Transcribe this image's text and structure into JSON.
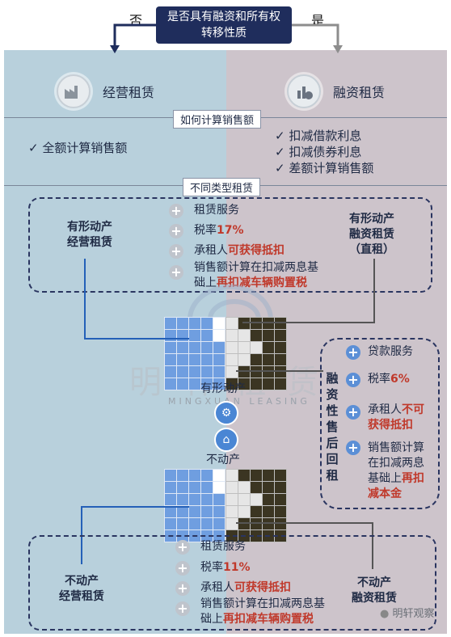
{
  "question": {
    "text_line1": "是否具有融资和所有权",
    "text_line2": "转移性质"
  },
  "no_label": "否",
  "yes_label": "是",
  "left_panel": {
    "title": "经营租赁",
    "icon": "factory-icon"
  },
  "right_panel": {
    "title": "融资租赁",
    "icon": "money-chart-icon"
  },
  "section1_label": "如何计算销售额",
  "left_calc": "✓ 全额计算销售额",
  "right_calc": [
    "✓ 扣减借款利息",
    "✓ 扣减债券利息",
    "✓ 差额计算销售额"
  ],
  "section2_label": "不同类型租赁",
  "tangible": {
    "left_heading_1": "有形动产",
    "left_heading_2": "经营租赁",
    "right_heading_1": "有形动产",
    "right_heading_2": "融资租赁",
    "right_heading_3": "（直租）",
    "items": [
      {
        "prefix": "租赁服务",
        "red": ""
      },
      {
        "prefix": "税率",
        "red": "17%"
      },
      {
        "prefix": "承租人",
        "red": "可获得抵扣"
      },
      {
        "prefix": "销售额计算在扣减两息基",
        "prefix2": "础上",
        "red": "再扣减车辆购置税"
      }
    ]
  },
  "saleback": {
    "vertical": [
      "融",
      "资",
      "性",
      "售",
      "后",
      "回",
      "租"
    ],
    "items": [
      {
        "lines": [
          "贷款服务"
        ],
        "red": ""
      },
      {
        "lines": [
          "税率"
        ],
        "red": "6%"
      },
      {
        "lines": [
          "承租人"
        ],
        "red": "不可",
        "tail": "获得抵扣"
      },
      {
        "lines": [
          "销售额计算",
          "在扣减两息",
          "基础上"
        ],
        "red": "再扣",
        "tail": "减本金"
      }
    ]
  },
  "mid_label_tangible": "有形动产",
  "mid_label_realestate": "不动产",
  "realestate": {
    "left_heading_1": "不动产",
    "left_heading_2": "经营租赁",
    "right_heading_1": "不动产",
    "right_heading_2": "融资租赁",
    "items": [
      {
        "prefix": "租赁服务",
        "red": ""
      },
      {
        "prefix": "税率",
        "red": "11%"
      },
      {
        "prefix": "承租人",
        "red": "可获得抵扣"
      },
      {
        "prefix": "销售额计算在扣减两息基",
        "prefix2": "础上",
        "red": "再扣减车辆购置税"
      }
    ]
  },
  "watermark": {
    "cn": "明 轩 租 赁",
    "en": "MINGXUAN LEASING",
    "account": "明轩观察"
  },
  "colors": {
    "navy": "#1f2d5c",
    "left_bg": "#b8d0dc",
    "right_bg": "#cdc4cb",
    "red": "#c0392b",
    "blue": "#2460b8"
  }
}
